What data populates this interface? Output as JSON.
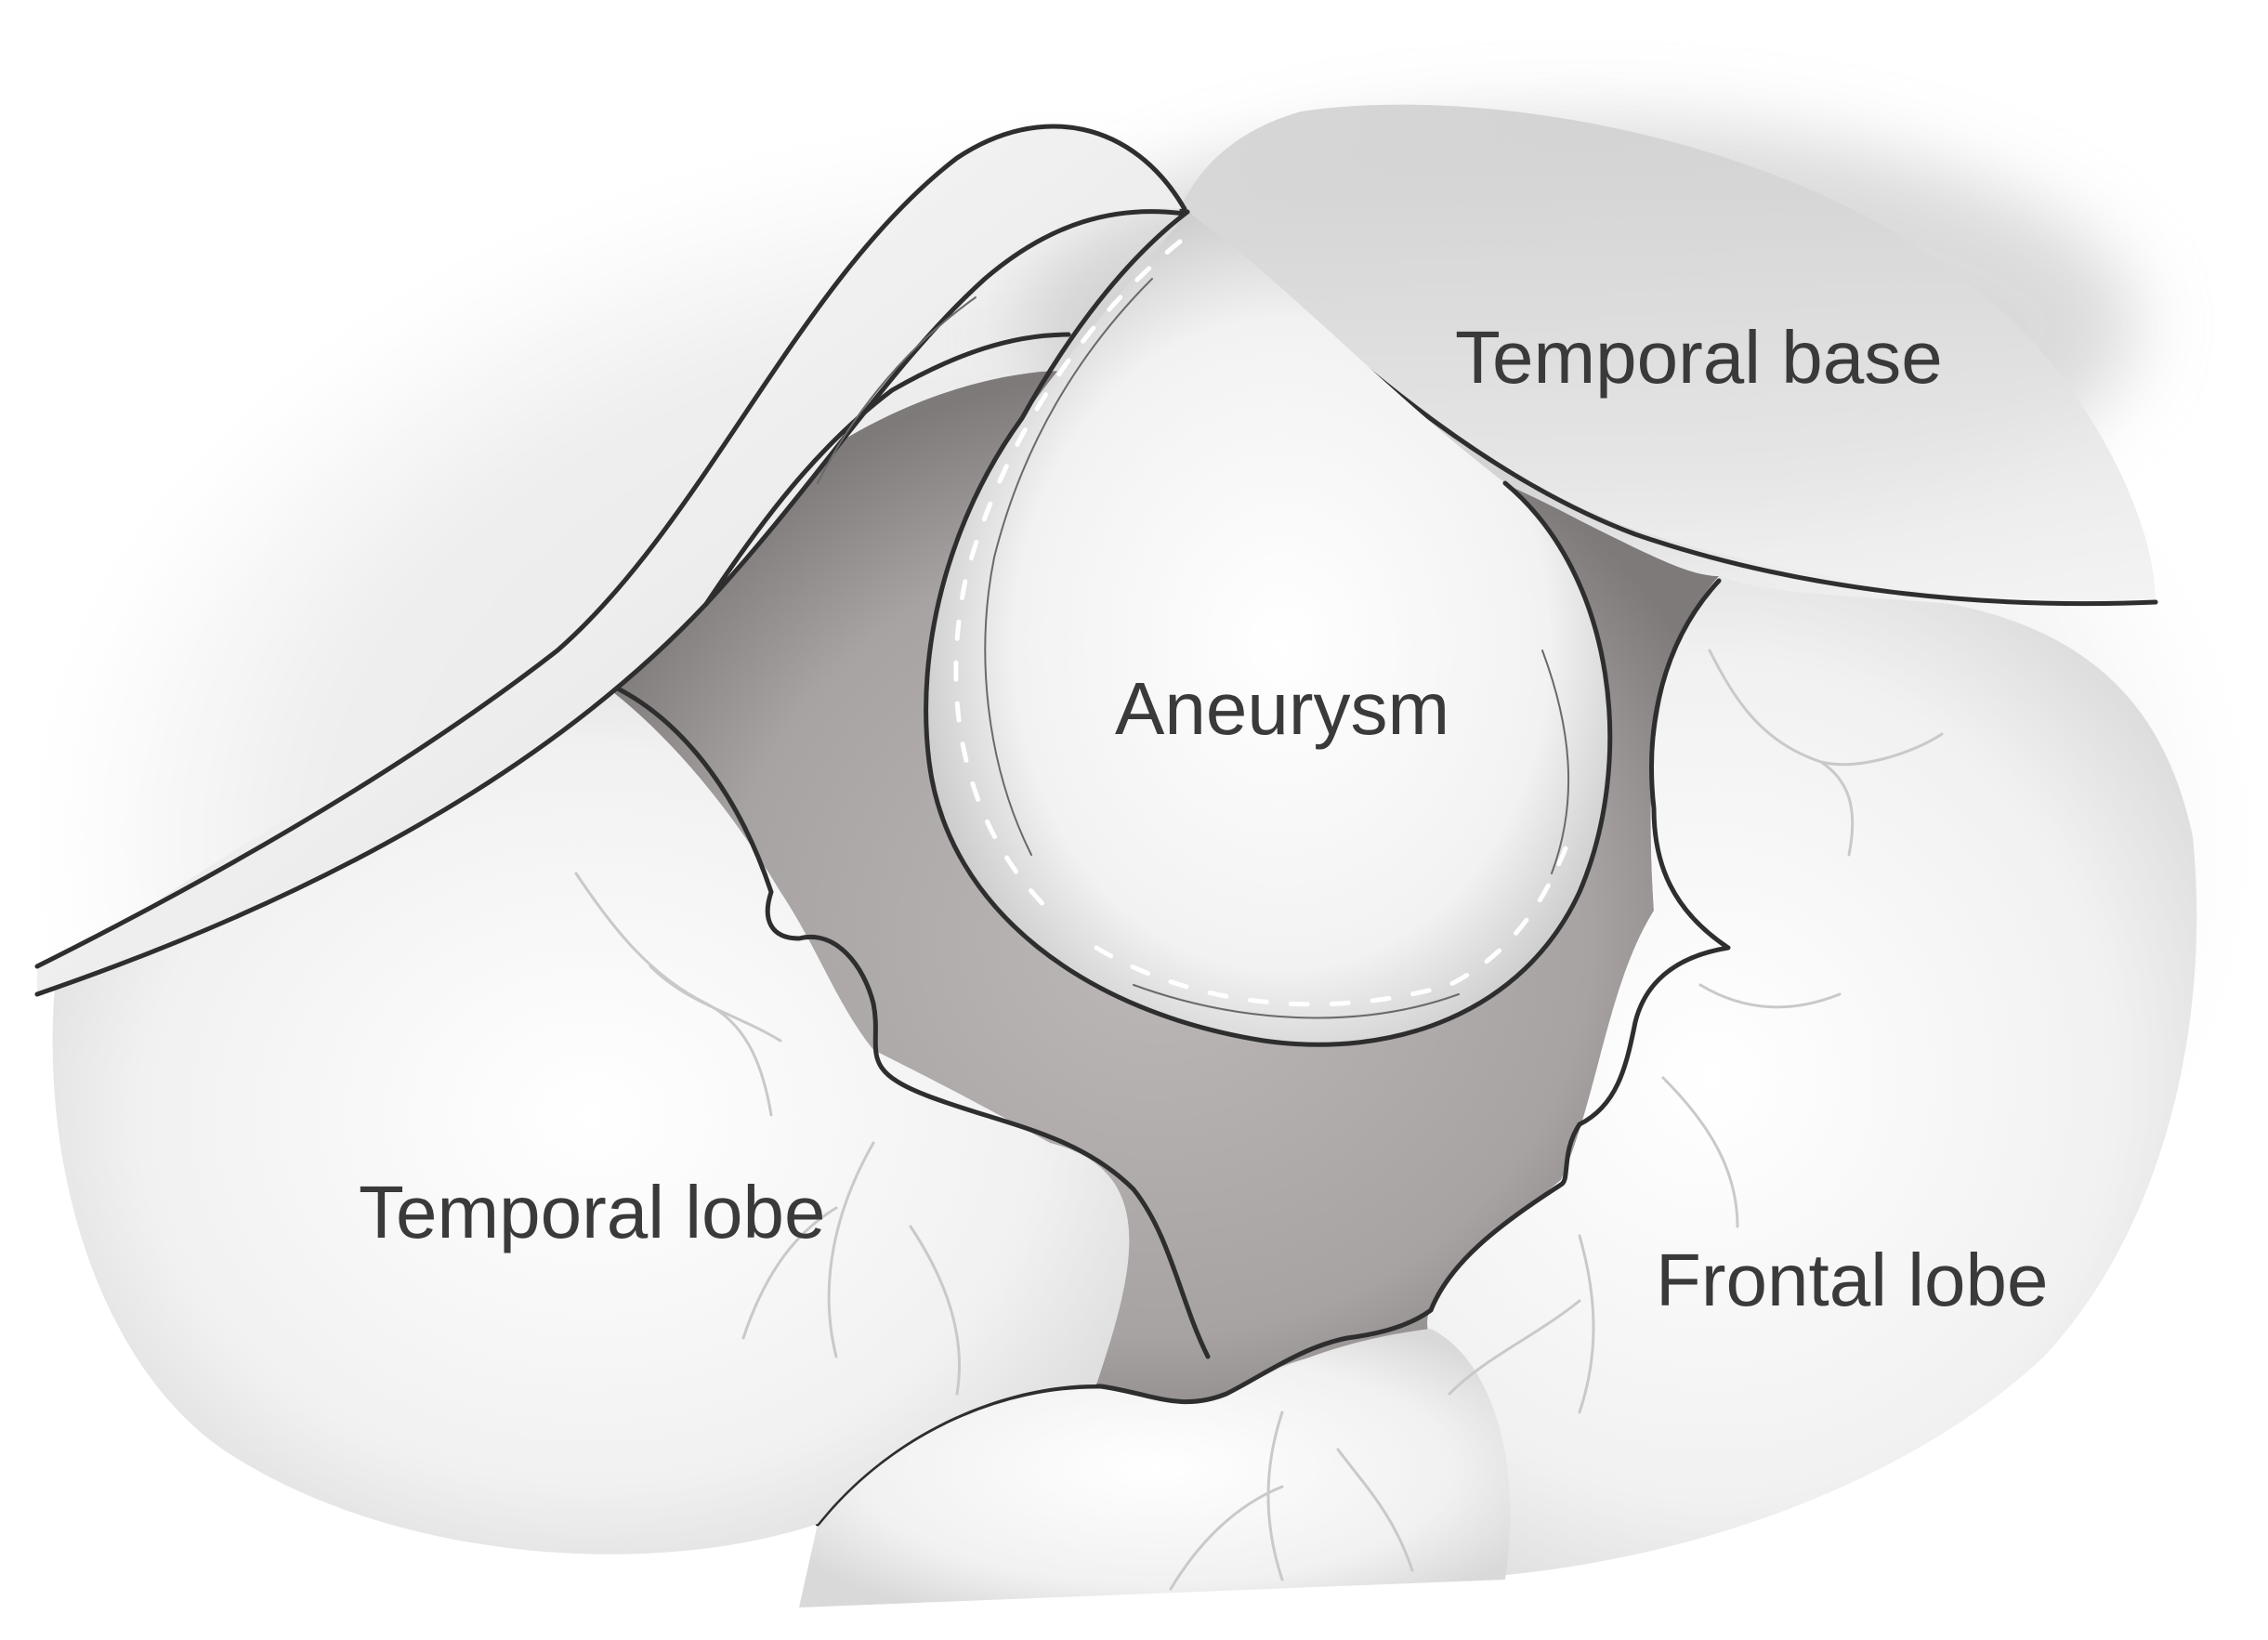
{
  "labels": {
    "temporal_base": "Temporal base",
    "aneurysm": "Aneurysm",
    "temporal_lobe": "Temporal lobe",
    "frontal_lobe": "Frontal lobe"
  },
  "colors": {
    "background": "#ffffff",
    "cavity": "#9d9898",
    "tissue": "#ededed",
    "outline": "#2e2e2e",
    "label_text": "#3a3a3a"
  }
}
